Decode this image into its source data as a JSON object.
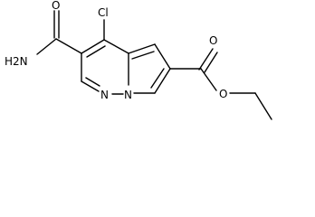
{
  "molecule": {
    "name": "",
    "atoms": {
      "O1": "O",
      "NH2": "H2N",
      "Cl": "Cl",
      "O2": "O",
      "O3": "O",
      "N1": "N",
      "N2": "N"
    }
  },
  "colors": {
    "bond": "#000000",
    "text": "#000000",
    "background": "#ffffff"
  }
}
